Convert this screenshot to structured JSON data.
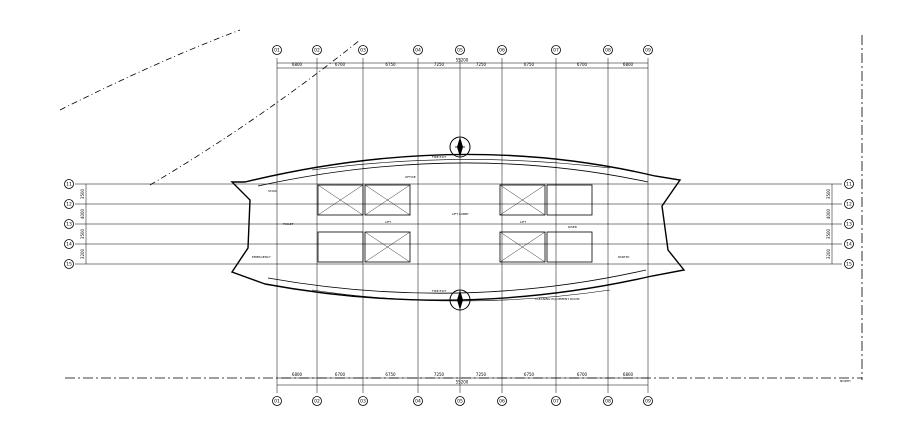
{
  "top_grid": {
    "labels": [
      "01",
      "02",
      "03",
      "04",
      "05",
      "06",
      "07",
      "08",
      "09"
    ],
    "spacings": [
      "6800",
      "6700",
      "6750",
      "7250",
      "7250",
      "6750",
      "6700",
      "6800"
    ],
    "total": "55200"
  },
  "side_grid": {
    "labels": [
      "11",
      "12",
      "13",
      "14",
      "15"
    ],
    "left_spacings": [
      "3500",
      "4000",
      "3500",
      "3200"
    ],
    "right_spacings": [
      "3500",
      "4000",
      "3500",
      "3200"
    ]
  },
  "rooms": [
    {
      "id": "stair-nw",
      "label": "STAIR"
    },
    {
      "id": "lift-lobby",
      "label": "LIFT LOBBY"
    },
    {
      "id": "toilet",
      "label": "TOILET"
    },
    {
      "id": "lift-core-1",
      "label": "LIFT"
    },
    {
      "id": "lift-core-2",
      "label": "LIFT"
    },
    {
      "id": "emergency",
      "label": "EMERGENCY"
    },
    {
      "id": "fire-exit-top",
      "label": "FIRE EXIT"
    },
    {
      "id": "fire-exit-bottom",
      "label": "FIRE EXIT"
    },
    {
      "id": "cleaners",
      "label": "CLEANING EQUIPMENT ROOM"
    },
    {
      "id": "riser",
      "label": "RISER"
    },
    {
      "id": "pantry",
      "label": "PANTRY"
    },
    {
      "id": "office",
      "label": "OFFICE"
    }
  ],
  "north_label": "NORTH"
}
